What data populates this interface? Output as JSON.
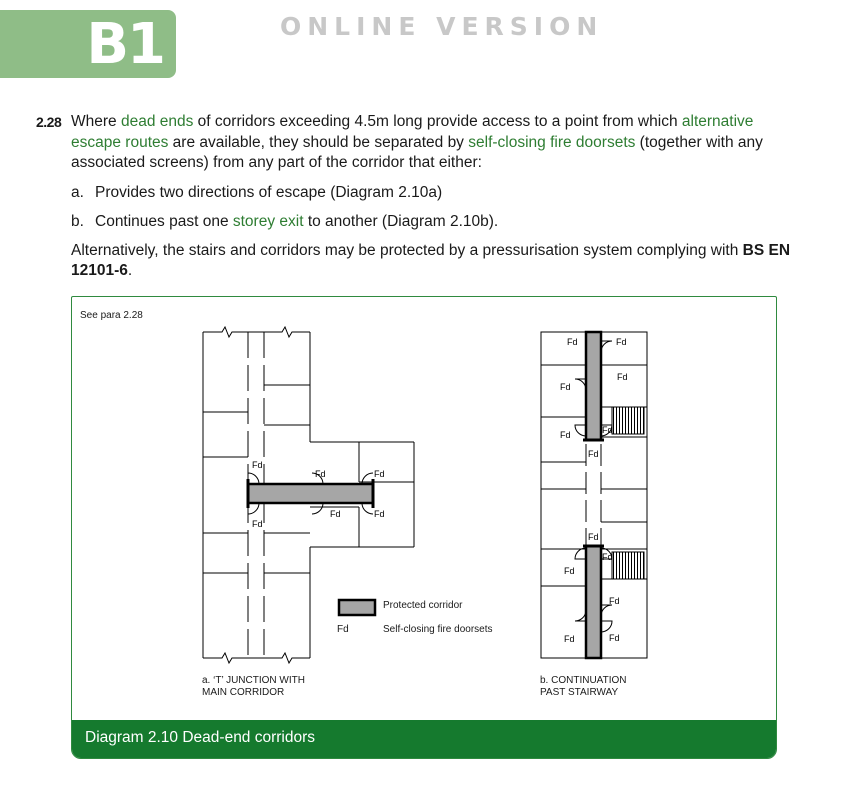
{
  "header": {
    "tab_label": "B1",
    "edition_label": "ONLINE VERSION"
  },
  "paragraph": {
    "number": "2.28",
    "intro_1": "Where ",
    "term_dead_ends": "dead ends",
    "intro_2": " of corridors exceeding 4.5m long provide access to a point from which ",
    "term_alt_routes": "alternative escape routes",
    "intro_3": " are available, they should be separated by ",
    "term_doorsets": "self-closing fire doorsets",
    "intro_4": " (together with any associated screens) from any part of the corridor that either:",
    "items": [
      {
        "label": "a.",
        "text_1": "Provides two directions of escape (Diagram 2.10a)"
      },
      {
        "label": "b.",
        "text_1": "Continues past one ",
        "term": "storey exit",
        "text_2": " to another (Diagram 2.10b)."
      }
    ],
    "alt_text": "Alternatively, the stairs and corridors may be protected by a pressurisation system complying with ",
    "standard": "BS EN 12101-6",
    "alt_end": "."
  },
  "figure": {
    "see_para": "See para 2.28",
    "door_label": "Fd",
    "legend": {
      "protected": "Protected corridor",
      "fd": "Fd",
      "doorsets": "Self-closing fire doorsets"
    },
    "sub_a_line1": "a. ‘T’ JUNCTION WITH",
    "sub_a_line2": "MAIN CORRIDOR",
    "sub_b_line1": "b. CONTINUATION",
    "sub_b_line2": "PAST STAIRWAY",
    "caption": "Diagram 2.10  Dead-end corridors"
  },
  "colors": {
    "tab": "#8fbd87",
    "term_green": "#2e7d32",
    "frame": "#2f8a3f",
    "caption_bar": "#157a2e",
    "protected_fill": "#a6a6a6"
  }
}
